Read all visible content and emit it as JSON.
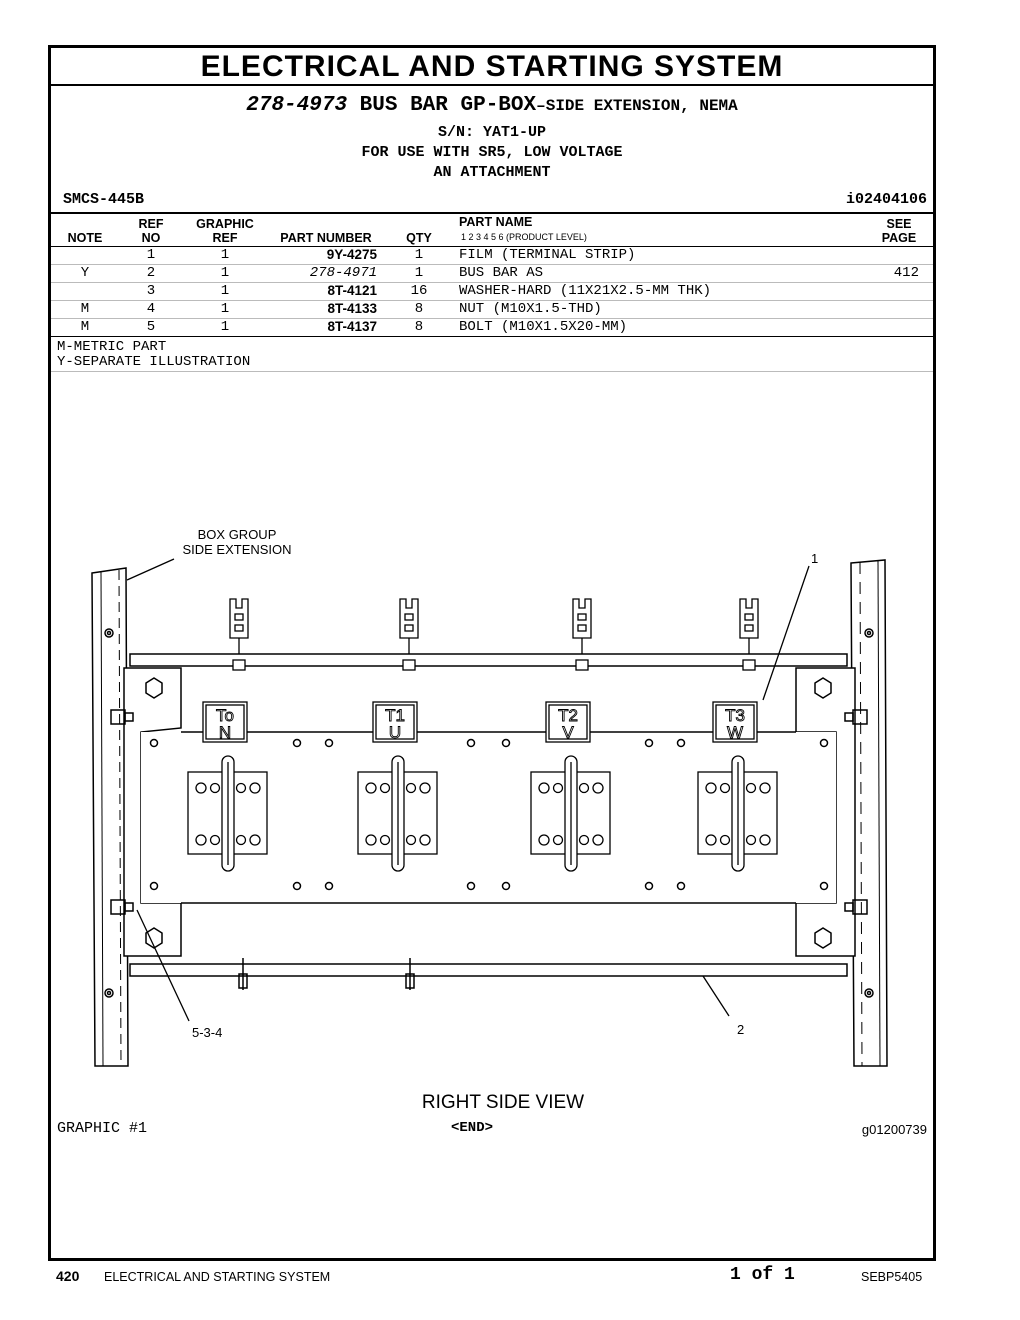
{
  "header": {
    "title": "ELECTRICAL AND STARTING SYSTEM",
    "part_number": "278-4973",
    "part_name": "BUS BAR GP-BOX",
    "part_suffix": "–SIDE EXTENSION, NEMA",
    "sn": "S/N: YAT1-UP",
    "use": "FOR USE WITH SR5, LOW VOLTAGE",
    "attachment": "AN ATTACHMENT",
    "smcs": "SMCS-445B",
    "illustration_id": "i02404106"
  },
  "table": {
    "headers": {
      "note": "NOTE",
      "ref_top": "REF",
      "ref_bottom": "NO",
      "graphic_top": "GRAPHIC",
      "graphic_bottom": "REF",
      "part_number": "PART NUMBER",
      "qty": "QTY",
      "part_name": "PART NAME",
      "product_level": "1   2   3   4   5   6   (PRODUCT LEVEL)",
      "see_top": "SEE",
      "see_bottom": "PAGE"
    },
    "rows": [
      {
        "note": "",
        "ref": "1",
        "graphic": "1",
        "part": "9Y-4275",
        "italic": false,
        "qty": "1",
        "name": "FILM (TERMINAL STRIP)",
        "page": ""
      },
      {
        "note": "Y",
        "ref": "2",
        "graphic": "1",
        "part": "278-4971",
        "italic": true,
        "qty": "1",
        "name": "BUS BAR AS",
        "page": "412"
      },
      {
        "note": "",
        "ref": "3",
        "graphic": "1",
        "part": "8T-4121",
        "italic": false,
        "qty": "16",
        "name": "WASHER-HARD (11X21X2.5-MM THK)",
        "page": ""
      },
      {
        "note": "M",
        "ref": "4",
        "graphic": "1",
        "part": "8T-4133",
        "italic": false,
        "qty": "8",
        "name": "NUT (M10X1.5-THD)",
        "page": ""
      },
      {
        "note": "M",
        "ref": "5",
        "graphic": "1",
        "part": "8T-4137",
        "italic": false,
        "qty": "8",
        "name": "BOLT (M10X1.5X20-MM)",
        "page": ""
      }
    ],
    "notes": [
      "M-METRIC PART",
      "Y-SEPARATE ILLUSTRATION"
    ]
  },
  "diagram": {
    "callout_box_line1": "BOX GROUP",
    "callout_box_line2": "SIDE EXTENSION",
    "callout_1": "1",
    "callout_2": "2",
    "callout_534": "5-3-4",
    "view_label": "RIGHT SIDE VIEW",
    "terminals": [
      {
        "top": "To",
        "bottom": "N"
      },
      {
        "top": "T1",
        "bottom": "U"
      },
      {
        "top": "T2",
        "bottom": "V"
      },
      {
        "top": "T3",
        "bottom": "W"
      }
    ]
  },
  "graphic": {
    "label": "GRAPHIC #1",
    "end": "<END>",
    "id": "g01200739"
  },
  "footer": {
    "page": "420",
    "section": "ELECTRICAL AND STARTING SYSTEM",
    "of": "1 of 1",
    "doc": "SEBP5405"
  }
}
